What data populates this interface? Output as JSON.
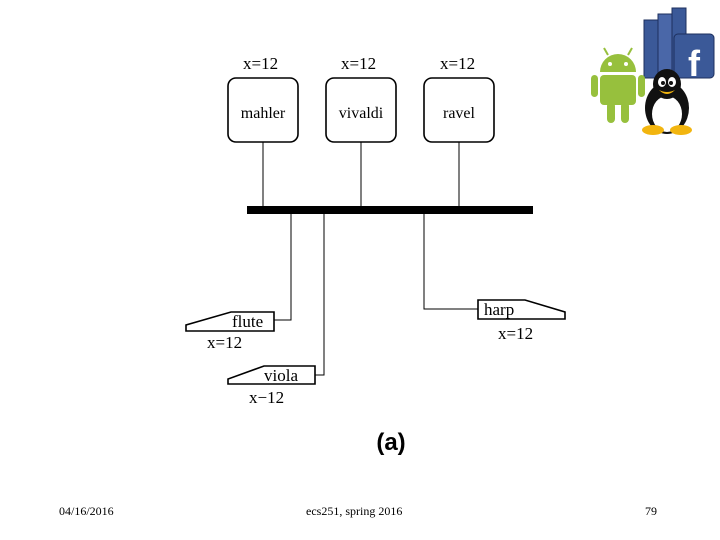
{
  "hosts": [
    {
      "name": "mahler",
      "value": "x=12"
    },
    {
      "name": "vivaldi",
      "value": "x=12"
    },
    {
      "name": "ravel",
      "value": "x=12"
    }
  ],
  "clients": [
    {
      "name": "flute",
      "value": "x=12"
    },
    {
      "name": "viola",
      "value": "x−12"
    },
    {
      "name": "harp",
      "value": "x=12"
    }
  ],
  "caption": "(a)",
  "footer": {
    "date": "04/16/2016",
    "course": "ecs251, spring 2016",
    "page": "79"
  },
  "logos": [
    "facebook-logo",
    "android-logo",
    "linux-tux-logo"
  ]
}
